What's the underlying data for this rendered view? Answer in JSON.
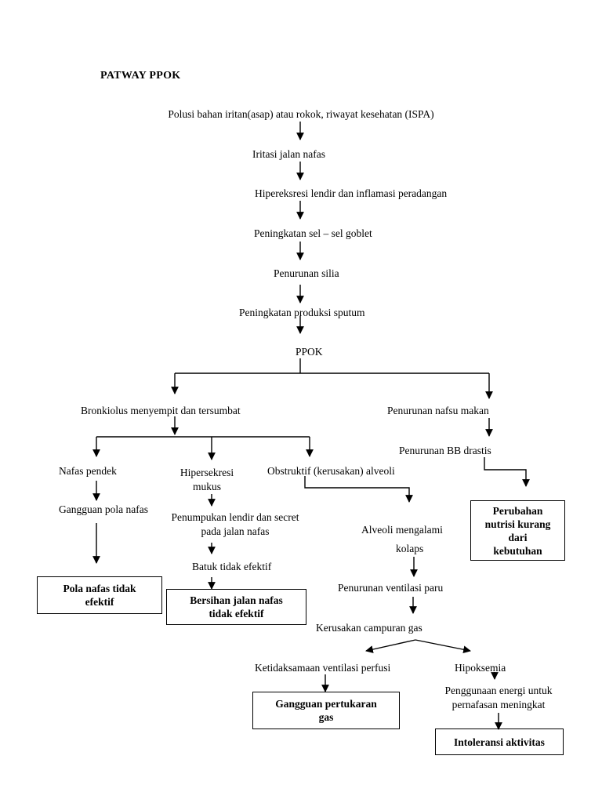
{
  "title": "PATWAY PPOK",
  "main_chain": {
    "cause": "Polusi bahan iritan(asap) atau rokok, riwayat kesehatan (ISPA)",
    "step1": "Iritasi jalan nafas",
    "step2": "Hipereksresi lendir dan inflamasi peradangan",
    "step3": "Peningkatan sel – sel goblet",
    "step4": "Penurunan silia",
    "step5": "Peningkatan produksi sputum",
    "ppok": "PPOK"
  },
  "left_branch": {
    "head": "Bronkiolus menyempit dan tersumbat",
    "col1": {
      "a": "Nafas pendek",
      "b": "Gangguan pola nafas",
      "box": "Pola nafas tidak\nefektif"
    },
    "col2": {
      "a": "Hipersekresi\nmukus",
      "b": "Penumpukan lendir dan secret\npada jalan nafas",
      "c": "Batuk tidak efektif",
      "box": "Bersihan jalan nafas\ntidak efektif"
    },
    "col3": {
      "a": "Obstruktif (kerusakan) alveoli",
      "b1": "Alveoli mengalami",
      "b2": "kolaps",
      "c": "Penurunan ventilasi paru",
      "d": "Kerusakan campuran gas",
      "left": "Ketidaksamaan ventilasi perfusi",
      "left_box": "Gangguan pertukaran\ngas",
      "right": "Hipoksemia",
      "right_b": "Penggunaan energi untuk\npernafasan meningkat",
      "right_box": "Intoleransi aktivitas"
    }
  },
  "right_branch": {
    "a": "Penurunan nafsu makan",
    "b": "Penurunan BB drastis",
    "box": "Perubahan\nnutrisi kurang\ndari\nkebutuhan"
  }
}
